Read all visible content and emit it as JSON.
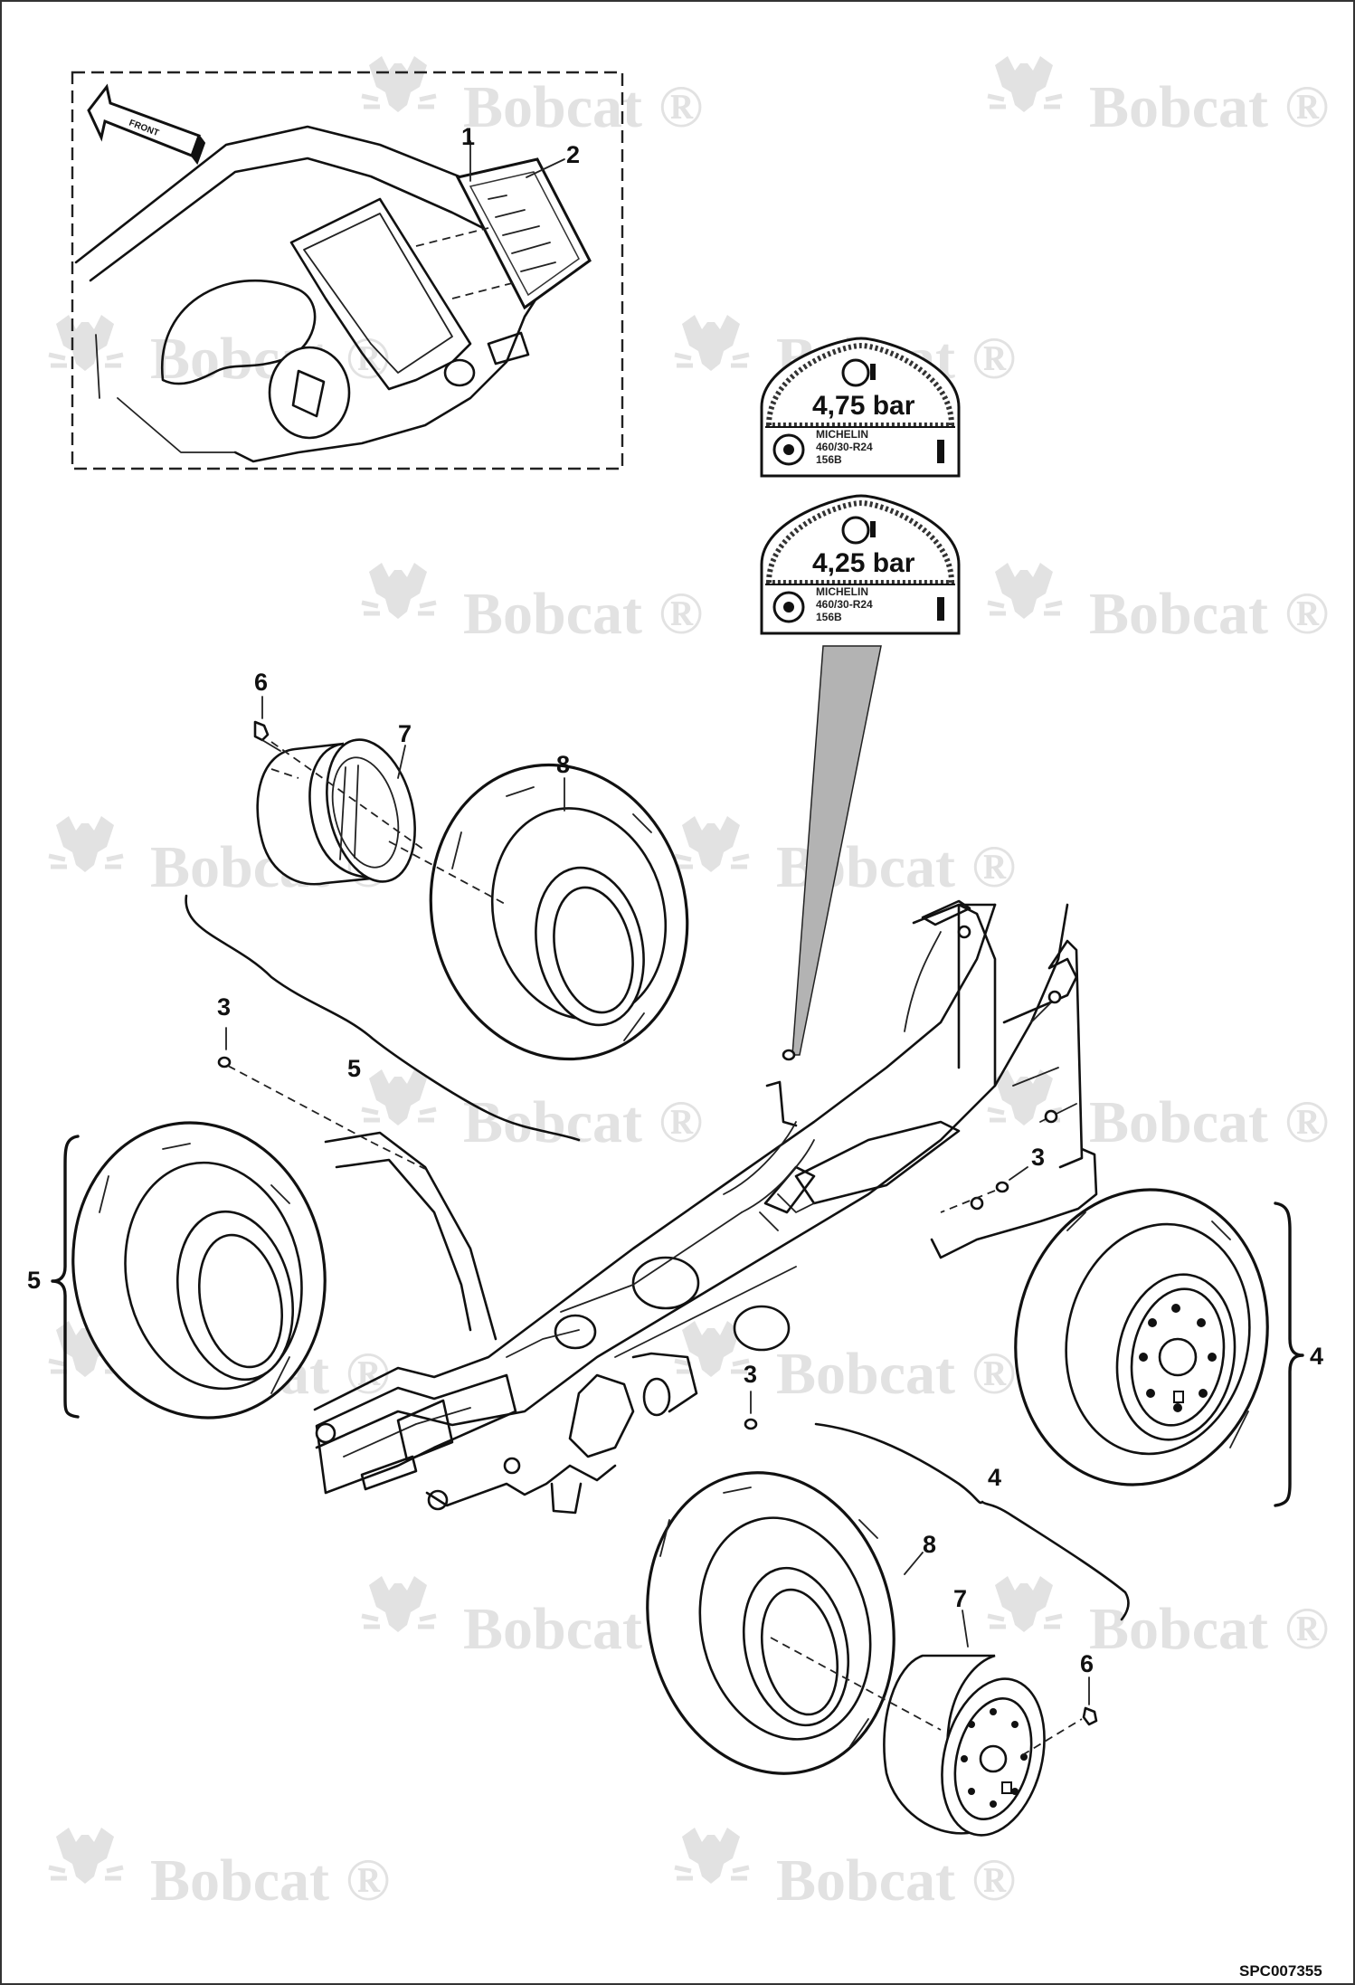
{
  "watermark": {
    "brand": "Bobcat",
    "mark": "®",
    "tint": "#e2e2e2"
  },
  "inset": {
    "arrow_label": "FRONT"
  },
  "callouts": {
    "c1": "1",
    "c2": "2",
    "c3a": "3",
    "c3b": "3",
    "c3c": "3",
    "c4a": "4",
    "c4b": "4",
    "c5a": "5",
    "c5b": "5",
    "c6a": "6",
    "c6b": "6",
    "c7a": "7",
    "c7b": "7",
    "c8a": "8",
    "c8b": "8"
  },
  "decals": [
    {
      "pressure": "4,75 bar",
      "brand": "MICHELIN",
      "size": "460/30-R24",
      "rating": "156B"
    },
    {
      "pressure": "4,25 bar",
      "brand": "MICHELIN",
      "size": "460/30-R24",
      "rating": "156B"
    }
  ],
  "document_id": "SPC007355",
  "colors": {
    "line": "#111111",
    "background": "#ffffff",
    "pointer": "#b3b3b3"
  }
}
